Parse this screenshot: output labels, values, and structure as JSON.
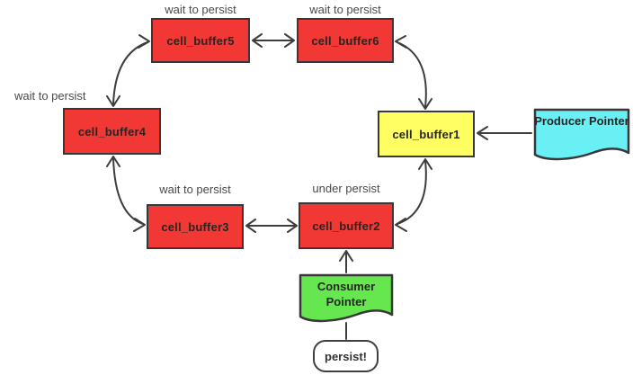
{
  "diagram": {
    "stroke_color": "#3d3d3d",
    "caption_color": "#4a4a4a",
    "nodes": {
      "buffer5": {
        "label": "cell_buffer5",
        "caption": "wait to persist",
        "fill": "#f23834"
      },
      "buffer6": {
        "label": "cell_buffer6",
        "caption": "wait to persist",
        "fill": "#f23834"
      },
      "buffer4": {
        "label": "cell_buffer4",
        "caption": "wait to persist",
        "fill": "#f23834"
      },
      "buffer3": {
        "label": "cell_buffer3",
        "caption": "wait to persist",
        "fill": "#f23834"
      },
      "buffer2": {
        "label": "cell_buffer2",
        "caption": "under persist",
        "fill": "#f23834"
      },
      "buffer1": {
        "label": "cell_buffer1",
        "fill": "#ffff63"
      }
    },
    "pointers": {
      "producer": {
        "label": "Producer Pointer",
        "fill": "#69f0f5"
      },
      "consumer": {
        "label": "Consumer Pointer",
        "fill": "#67e74f"
      }
    },
    "persist": {
      "label": "persist!",
      "fill": "#ffffff"
    }
  }
}
